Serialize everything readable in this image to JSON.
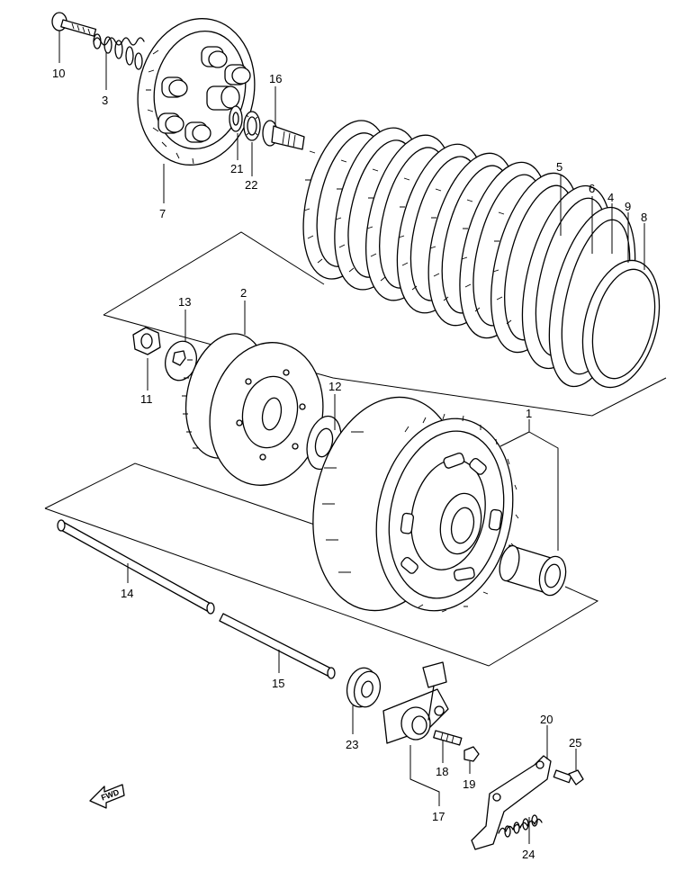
{
  "labels": {
    "p1": "1",
    "p2": "2",
    "p3": "3",
    "p4": "4",
    "p5": "5",
    "p6": "6",
    "p7": "7",
    "p8": "8",
    "p9": "9",
    "p10": "10",
    "p11": "11",
    "p12": "12",
    "p13": "13",
    "p14": "14",
    "p15": "15",
    "p16": "16",
    "p17": "17",
    "p18": "18",
    "p19": "19",
    "p20": "20",
    "p21": "21",
    "p22": "22",
    "p23": "23",
    "p24": "24",
    "p25": "25"
  },
  "fwd": "FWD"
}
